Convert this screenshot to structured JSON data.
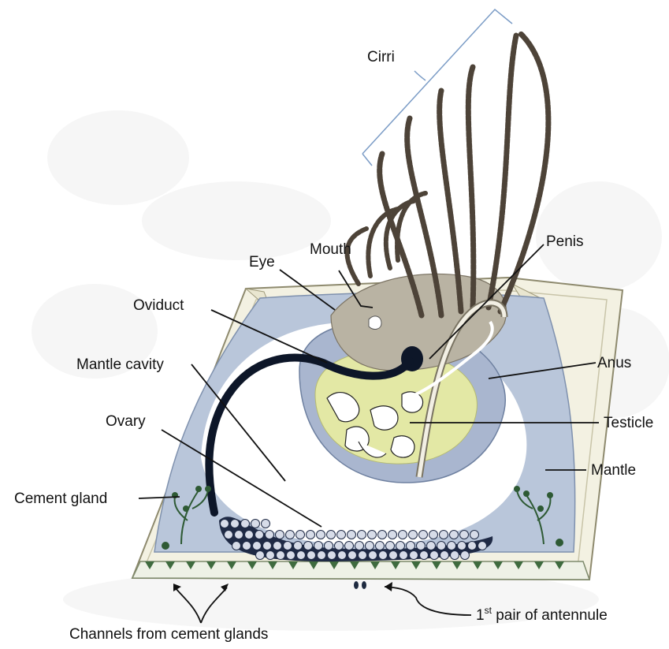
{
  "labels": {
    "cirri": "Cirri",
    "eye": "Eye",
    "mouth": "Mouth",
    "penis": "Penis",
    "oviduct": "Oviduct",
    "mantle_cavity": "Mantle cavity",
    "anus": "Anus",
    "ovary": "Ovary",
    "testicle": "Testicle",
    "mantle": "Mantle",
    "cement_gland": "Cement gland",
    "antennule_num": "1",
    "antennule_sup": "st",
    "antennule_rest": " pair of antennule",
    "channels": "Channels from cement glands"
  },
  "colors": {
    "shell": "#f3f1e2",
    "mantle": "#b9c6da",
    "cavity": "#ffffff",
    "body": "#a9b6cf",
    "yellow": "#e3e8a5",
    "oviduct": "#0d1628",
    "bracket": "#7b9cc6",
    "cirri": "#4d4338",
    "gland": "#2e5a34"
  }
}
